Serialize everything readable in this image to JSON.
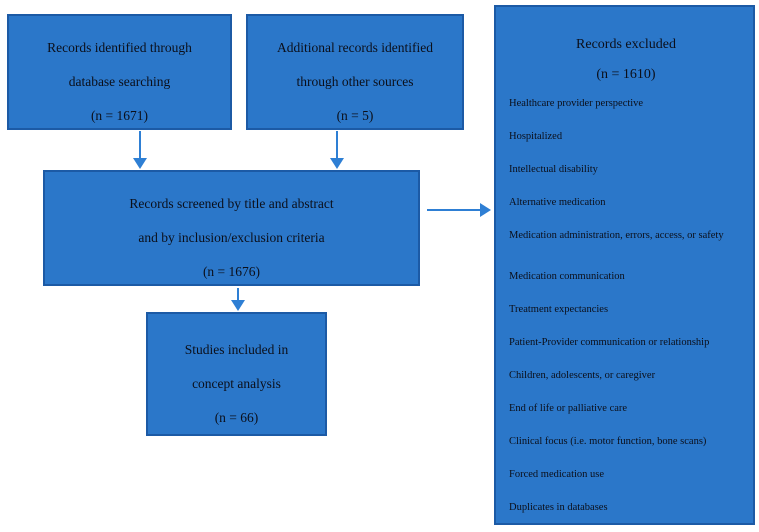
{
  "boxes": {
    "identified": {
      "lines": [
        "Records identified through",
        "database searching",
        "(n = 1671)"
      ]
    },
    "additional": {
      "lines": [
        "Additional records identified",
        "through other sources",
        "(n = 5)"
      ]
    },
    "screened": {
      "lines": [
        "Records screened by title and abstract",
        "and by inclusion/exclusion criteria",
        "(n = 1676)"
      ]
    },
    "included": {
      "lines": [
        "Studies included in",
        "concept analysis",
        "(n = 66)"
      ]
    },
    "excluded": {
      "title": "Records excluded",
      "count": "(n = 1610)",
      "reasons": [
        "Healthcare provider perspective",
        "Hospitalized",
        "Intellectual disability",
        "Alternative medication",
        "Medication administration, errors, access, or safety",
        "Medication communication",
        "Treatment expectancies",
        "Patient-Provider communication or relationship",
        "Children, adolescents, or caregiver",
        "End of life or palliative care",
        "Clinical focus (i.e. motor function, bone scans)",
        "Forced medication use",
        "Duplicates in databases"
      ]
    }
  },
  "colors": {
    "box_fill": "#2B77C9",
    "box_border": "#1C5AA5",
    "arrow": "#2E7FD4",
    "text": "#0B0F1A",
    "background": "#FFFFFF"
  }
}
